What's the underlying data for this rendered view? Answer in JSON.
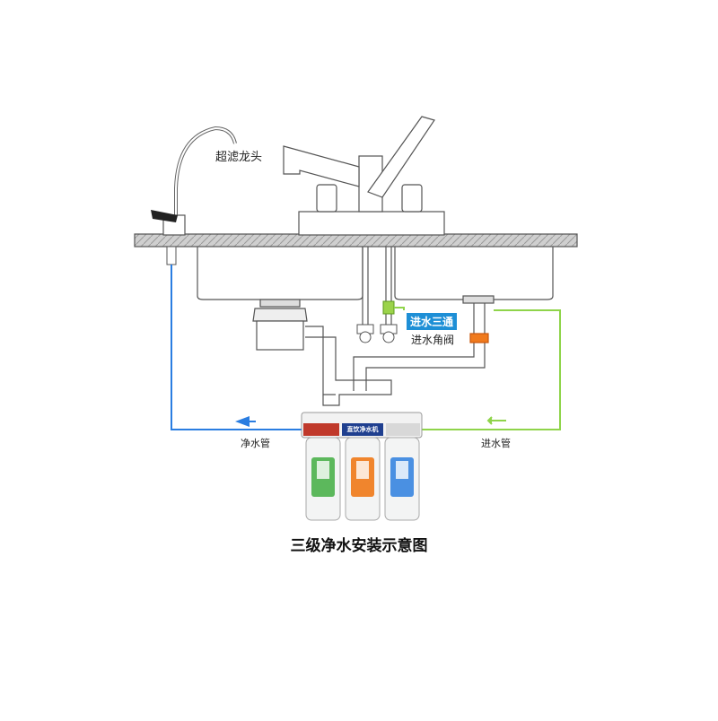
{
  "labels": {
    "faucet": "超滤龙头",
    "tee": "进水三通",
    "angle_valve": "进水角阀",
    "pure_pipe": "净水管",
    "inlet_pipe": "进水管",
    "title": "三级净水安装示意图",
    "brand": "直饮净水机"
  },
  "colors": {
    "pure_pipe": "#2a7de1",
    "inlet_pipe": "#8fd44a",
    "tee_badge": "#1e8fd6",
    "counter": "#d9d9d9",
    "cartridge_1": "#5cb85c",
    "cartridge_2": "#f0852d",
    "cartridge_3": "#4a90e2"
  }
}
